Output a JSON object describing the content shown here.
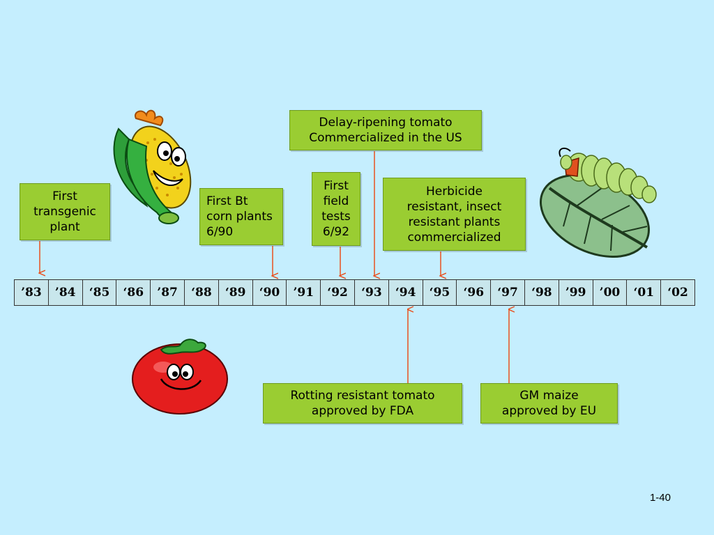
{
  "years": [
    "’83",
    "’84",
    "‘85",
    "‘86",
    "’87",
    "‘88",
    "‘89",
    "‘90",
    "’91",
    "‘92",
    "‘93",
    "‘94",
    "‘95",
    "‘96",
    "‘97",
    "‘98",
    "’99",
    "’00",
    "‘01",
    "‘02"
  ],
  "boxes": {
    "first_transgenic": "First\ntransgenic\nplant",
    "first_bt": "First Bt\ncorn plants\n6/90",
    "first_field": "First\nfield\ntests\n6/92",
    "delay_tomato": "Delay-ripening tomato\nCommercialized in the US",
    "herbicide": "Herbicide\nresistant, insect\nresistant plants\ncommercialized",
    "rotting_tomato": "Rotting resistant tomato\napproved by FDA",
    "gm_maize": "GM maize\napproved by EU"
  },
  "slide_number": "1-40",
  "colors": {
    "background": "#C5EEFE",
    "box": "#9ACD32",
    "arrow": "#E8501E",
    "timeline": "#C8E6EC"
  },
  "images": [
    "corn-cartoon",
    "caterpillar-on-leaf",
    "tomato-cartoon"
  ]
}
